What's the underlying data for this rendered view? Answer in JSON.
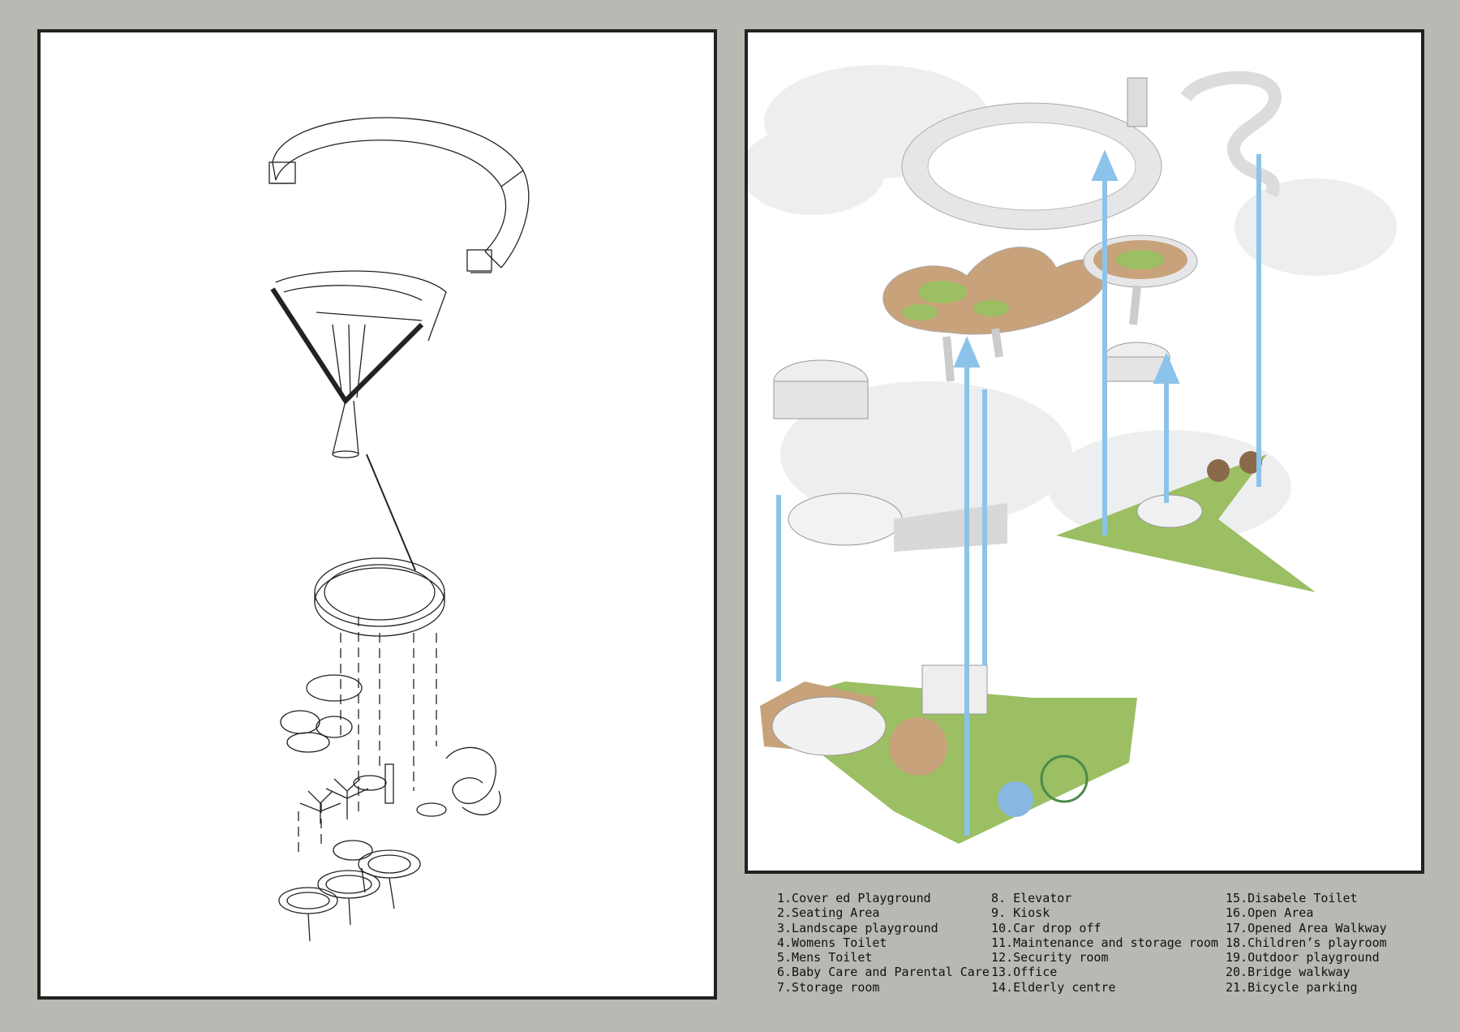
{
  "legend": {
    "col1": [
      "1.Cover ed Playground",
      "2.Seating Area",
      "3.Landscape playground",
      "4.Womens Toilet",
      "5.Mens Toilet",
      "6.Baby Care and Parental Care",
      "7.Storage room"
    ],
    "col2": [
      "8. Elevator",
      "9. Kiosk",
      "10.Car drop off",
      "11.Maintenance and storage room",
      "12.Security room",
      "13.Office",
      "14.Elderly centre"
    ],
    "col3": [
      "15.Disabele Toilet",
      "16.Open Area",
      "17.Opened Area Walkway",
      "18.Children’s playroom",
      "19.Outdoor playground",
      "20.Bridge walkway",
      "21.Bicycle parking"
    ]
  },
  "colors": {
    "background": "#b9b8b2",
    "panel": "#ffffff",
    "frame": "#222222",
    "arrow": "#8cc3ea",
    "grass": "#9bbf62",
    "deck": "#c8a27a"
  }
}
